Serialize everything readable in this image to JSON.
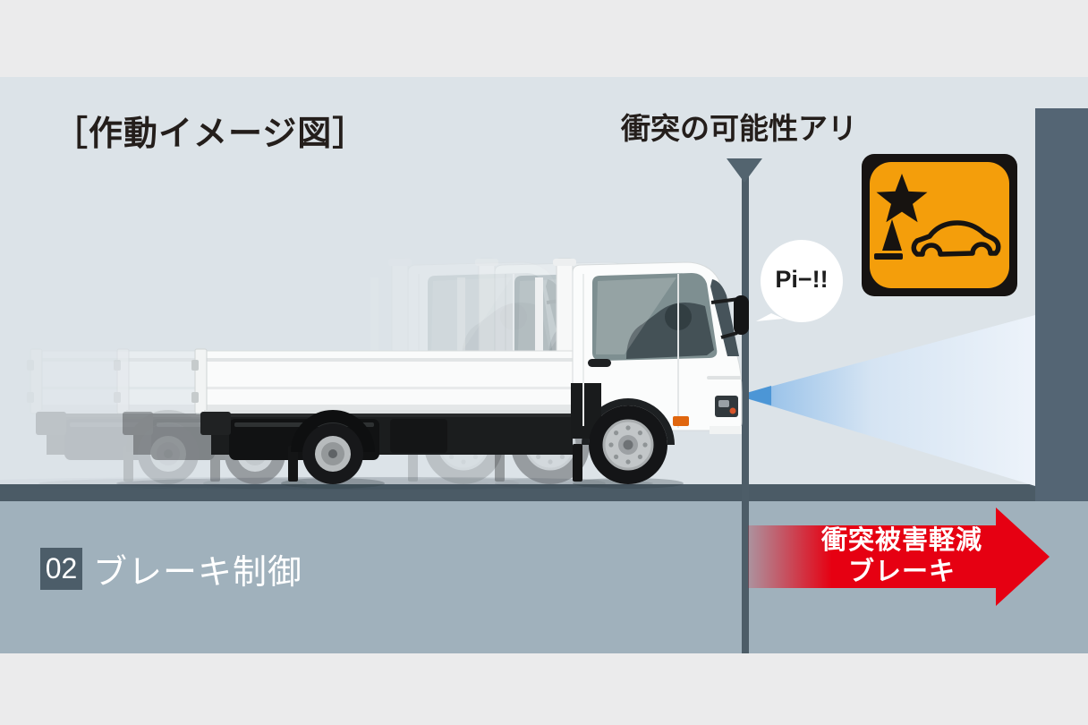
{
  "header": {
    "title": "［作動イメージ図］",
    "collision_label": "衝突の可能性アリ"
  },
  "bubble": {
    "beep_text": "Pi−!!"
  },
  "step": {
    "number": "02",
    "label": "ブレーキ制御"
  },
  "brake_arrow": {
    "line1": "衝突被害軽減",
    "line2": "ブレーキ"
  },
  "icons": {
    "warning_icon": "car-collision-warning-icon",
    "marker_icon": "down-triangle-marker",
    "beam": "radar-detection-beam",
    "truck": "white-flatbed-truck-moving"
  },
  "colors": {
    "accent_red": "#E60012",
    "warning_orange": "#F49E0B",
    "slate_wall": "#546574",
    "dark_band": "#4B5B66",
    "road": "#A0B1BC",
    "beam_blue": "#64A3DD",
    "background": "#DCE3E8",
    "frame_band": "#EBEBEC",
    "text_dark": "#241E1B",
    "step_box": "#4C5D69"
  }
}
